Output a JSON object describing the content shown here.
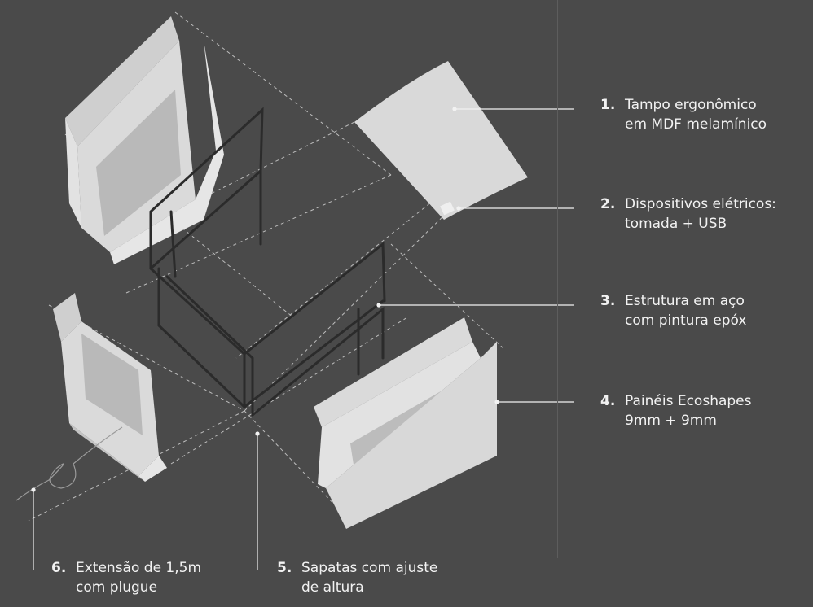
{
  "callouts": [
    {
      "number": "1.",
      "line1": "Tampo ergonômico",
      "line2": "em MDF melamínico"
    },
    {
      "number": "2.",
      "line1": "Dispositivos elétricos:",
      "line2": "tomada + USB"
    },
    {
      "number": "3.",
      "line1": "Estrutura em aço",
      "line2": "com pintura epóx"
    },
    {
      "number": "4.",
      "line1": "Painéis Ecoshapes",
      "line2": "9mm + 9mm"
    },
    {
      "number": "5.",
      "line1": "Sapatas com ajuste",
      "line2": "de altura"
    },
    {
      "number": "6.",
      "line1": "Extensão de 1,5m",
      "line2": "com plugue"
    }
  ],
  "colors": {
    "background": "#4a4a4a",
    "panel": "#d9d9d9",
    "panel_inner": "#b9b9b9",
    "frame": "#2b2b2b",
    "text": "#f2f2f2"
  }
}
